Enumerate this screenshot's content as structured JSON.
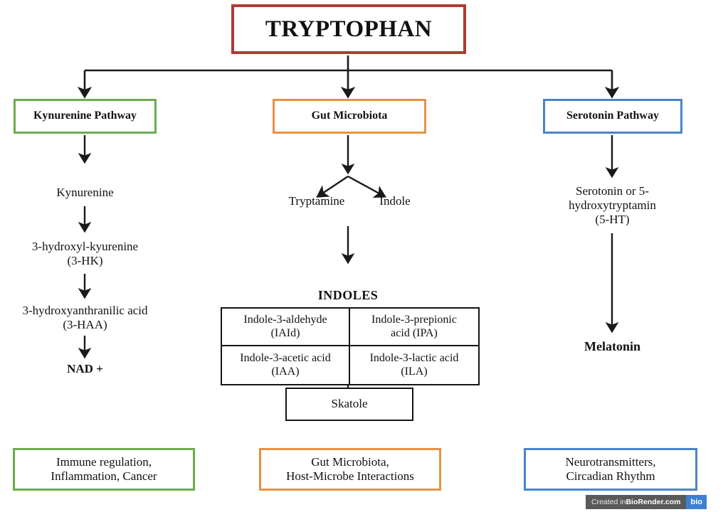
{
  "diagram": {
    "title": "TRYPTOPHAN",
    "colors": {
      "title_border": "#b03a32",
      "kynurenine": "#6cab4f",
      "microbiota": "#e79243",
      "serotonin": "#4a84c8",
      "arrow": "#1a1a1a",
      "table_border": "#141414"
    },
    "branches": [
      {
        "id": "kynurenine",
        "header": "Kynurenine Pathway",
        "steps": [
          {
            "text": "Kynurenine",
            "bold": false
          },
          {
            "text": "3-hydroxyl-kyurenine\n(3-HK)",
            "bold": false
          },
          {
            "text": "3-hydroxyanthranilic acid\n(3-HAA)",
            "bold": false
          },
          {
            "text": "NAD +",
            "bold": true
          }
        ],
        "outcome": "Immune regulation,\nInflammation, Cancer"
      },
      {
        "id": "microbiota",
        "header": "Gut Microbiota",
        "fork": [
          "Tryptamine",
          "Indole"
        ],
        "group_label": "INDOLES",
        "table": [
          [
            "Indole-3-aldehyde\n(IAId)",
            "Indole-3-prepionic\nacid (IPA)"
          ],
          [
            "Indole-3-acetic acid\n(IAA)",
            "Indole-3-lactic acid\n(ILA)"
          ]
        ],
        "table_footer": "Skatole",
        "outcome": "Gut Microbiota,\nHost-Microbe Interactions"
      },
      {
        "id": "serotonin",
        "header": "Serotonin  Pathway",
        "steps": [
          {
            "text": "Serotonin or 5-\nhydroxytryptamin\n(5-HT)",
            "bold": false
          },
          {
            "text": "Melatonin",
            "bold": true
          }
        ],
        "outcome": "Neurotransmitters,\nCircadian Rhythm"
      }
    ]
  },
  "watermark": {
    "prefix": "Created in ",
    "brand": "BioRender.com",
    "badge": "bio"
  }
}
